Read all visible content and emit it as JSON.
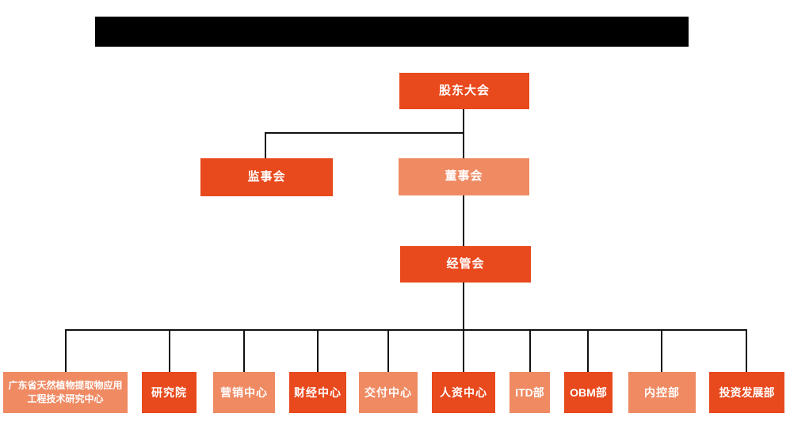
{
  "colors": {
    "dark": "#E8491D",
    "light": "#EF8A63",
    "line": "#111111",
    "redacted": "#000000"
  },
  "org": {
    "root": {
      "label": "股东大会",
      "variant": "dark"
    },
    "level2": [
      {
        "label": "监事会",
        "variant": "dark"
      },
      {
        "label": "董事会",
        "variant": "light"
      }
    ],
    "level3": {
      "label": "经管会",
      "variant": "dark"
    },
    "departments": [
      {
        "label": "广东省天然植物提取物应用工程技术研究中心",
        "variant": "light"
      },
      {
        "label": "研究院",
        "variant": "dark"
      },
      {
        "label": "营销中心",
        "variant": "light"
      },
      {
        "label": "财经中心",
        "variant": "dark"
      },
      {
        "label": "交付中心",
        "variant": "light"
      },
      {
        "label": "人资中心",
        "variant": "dark"
      },
      {
        "label": "ITD部",
        "variant": "light"
      },
      {
        "label": "OBM部",
        "variant": "dark"
      },
      {
        "label": "内控部",
        "variant": "light"
      },
      {
        "label": "投资发展部",
        "variant": "dark"
      }
    ]
  }
}
